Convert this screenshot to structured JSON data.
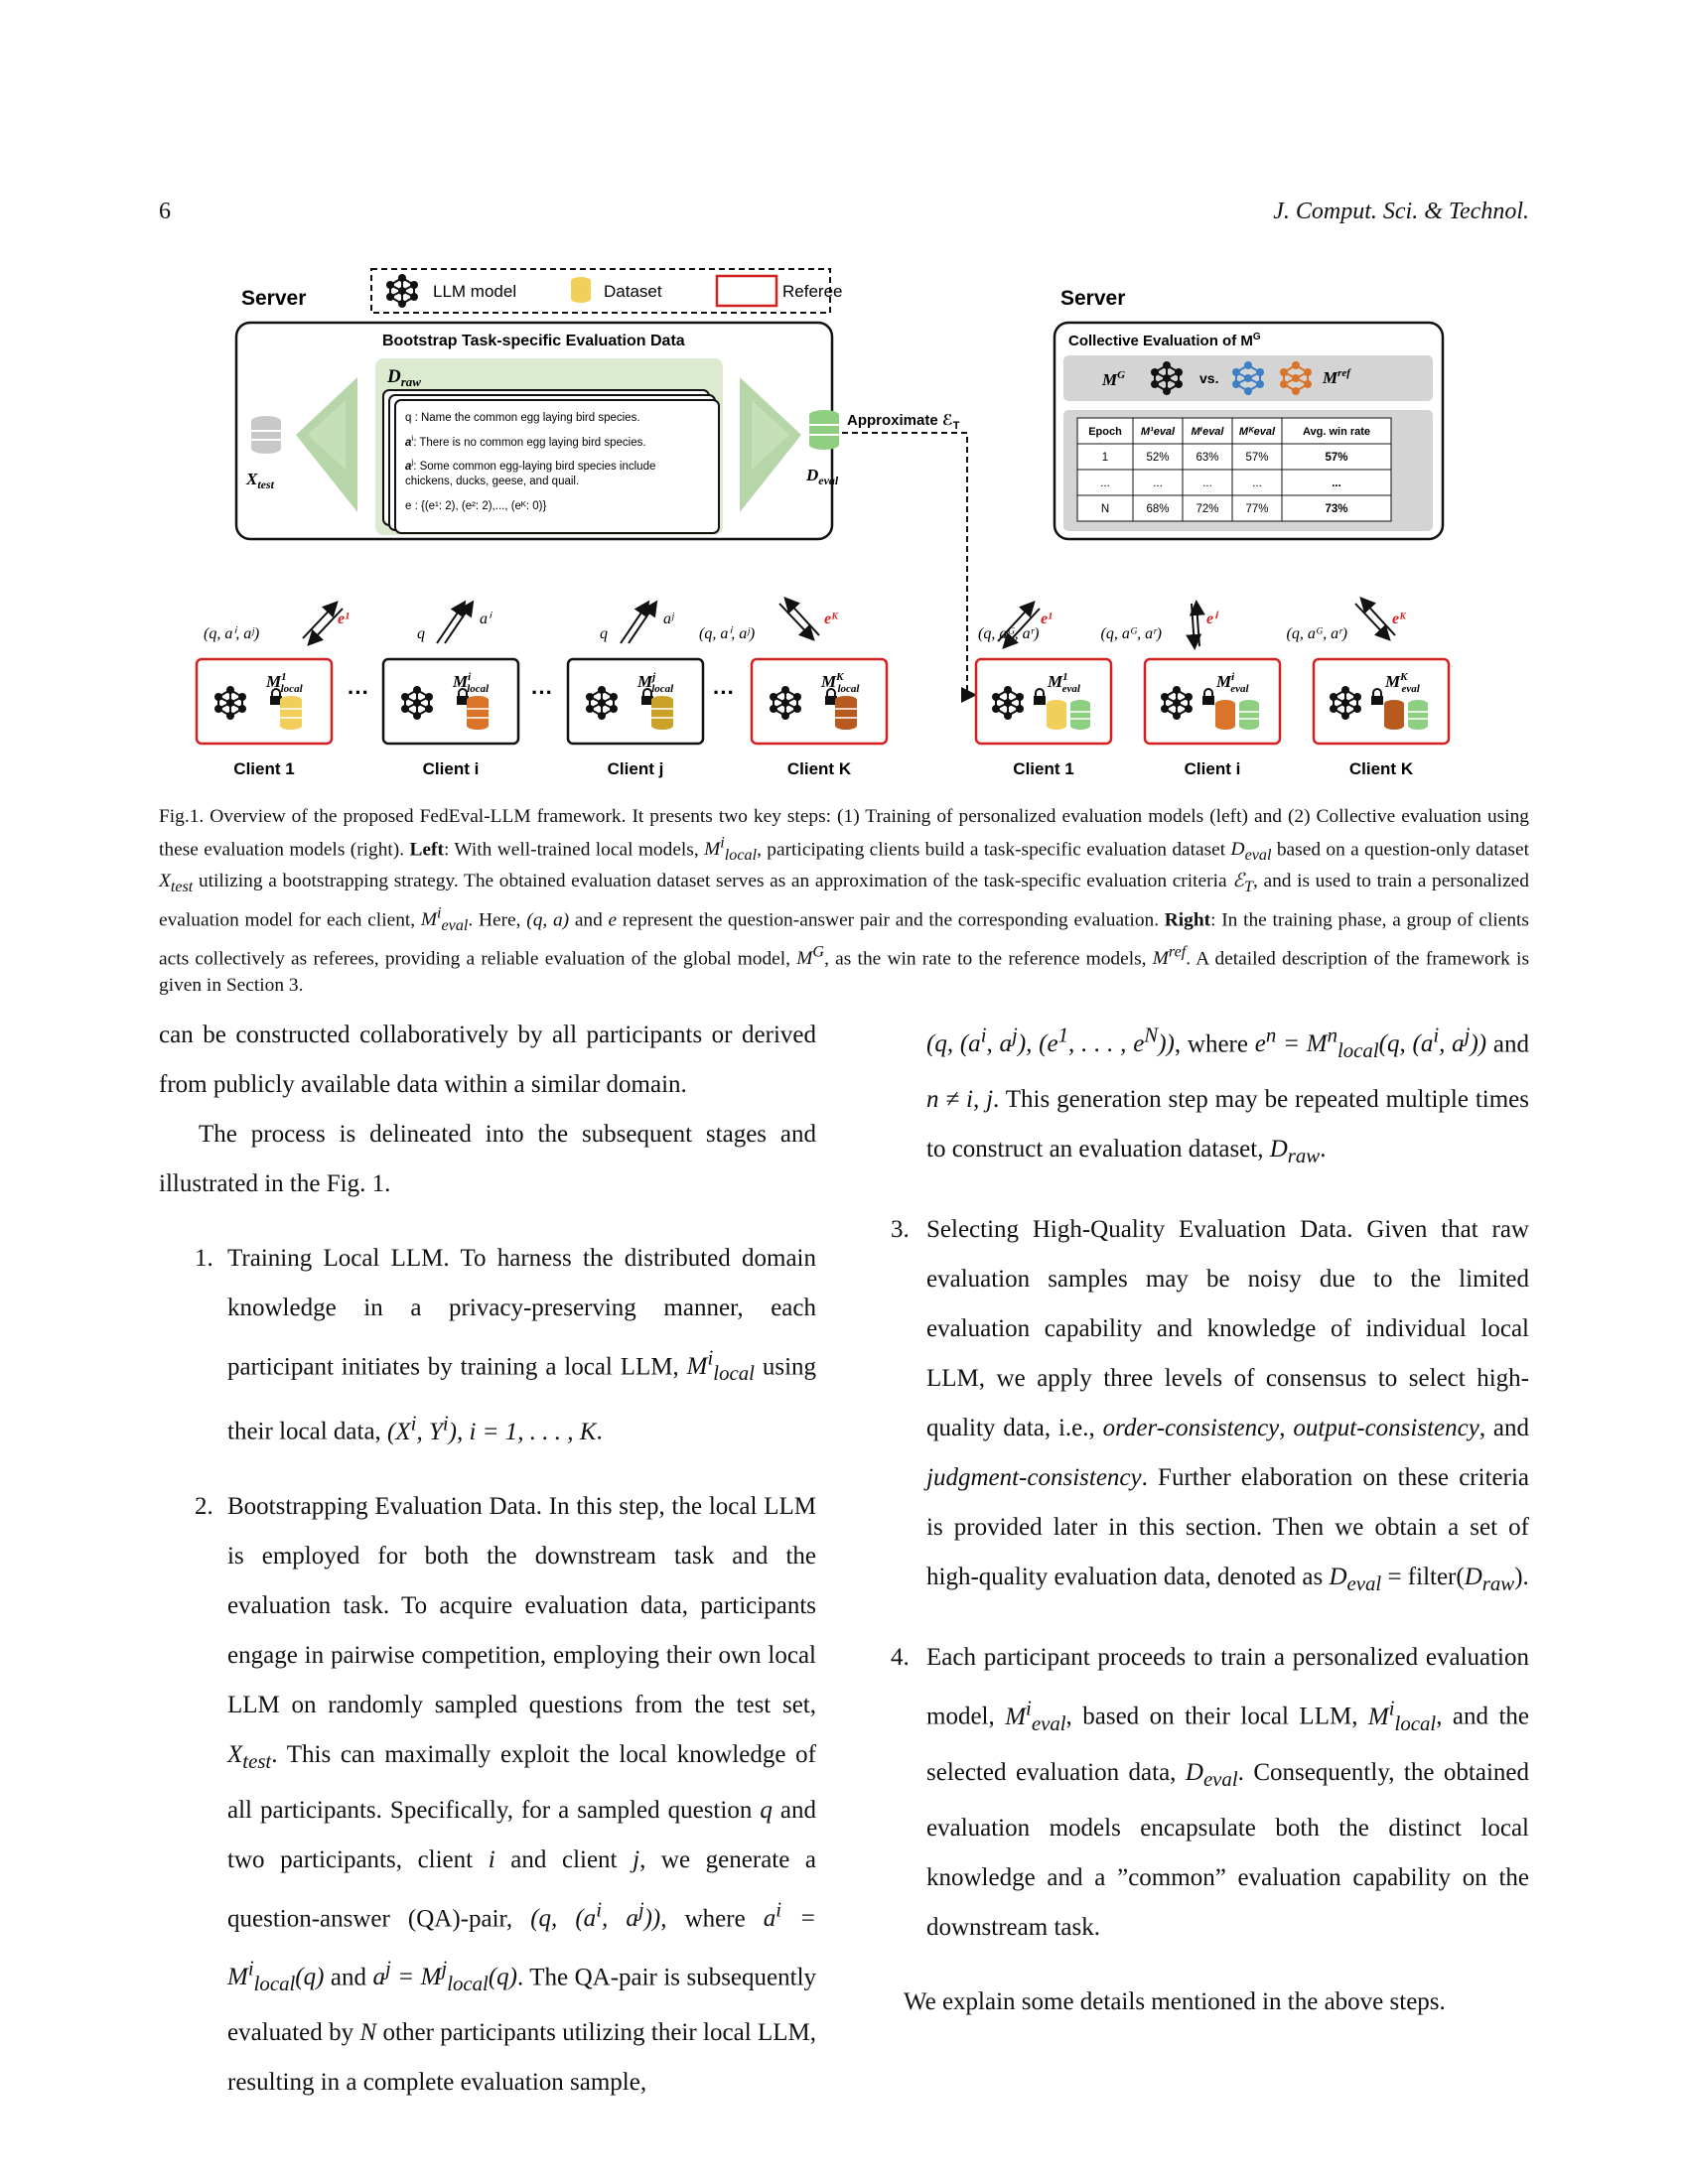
{
  "header": {
    "page_number": "6",
    "journal": "J. Comput. Sci. & Technol."
  },
  "figure": {
    "legend": {
      "llm": "LLM model",
      "dataset": "Dataset",
      "referee": "Referee"
    },
    "left_server": {
      "label": "Server",
      "box_title": "Bootstrap Task-specific Evaluation Data",
      "draw_label": "D",
      "draw_sub": "raw",
      "xtest": "X",
      "xtest_sub": "test",
      "deval": "D",
      "deval_sub": "eval",
      "card": {
        "q": "q : Name the common egg laying bird species.",
        "ai": ": There is no common egg laying bird species.",
        "aj1": ": Some common egg-laying bird species include",
        "aj2": "chickens, ducks, geese, and quail.",
        "e": "e : {(e¹: 2), (e²: 2),..., (eᴷ: 0)}"
      }
    },
    "approximate": "Approximate ℰ",
    "approximate_sub": "T",
    "right_server": {
      "label": "Server",
      "box_title": "Collective Evaluation of M",
      "box_title_sup": "G",
      "vs": "vs.",
      "mg": "M",
      "mg_sup": "G",
      "mref": "M",
      "mref_sup": "ref",
      "table": {
        "headers": [
          "Epoch",
          "M¹eval",
          "Mⁱeval",
          "Mᴷeval",
          "Avg. win rate"
        ],
        "rows": [
          [
            "1",
            "52%",
            "63%",
            "57%",
            "57%"
          ],
          [
            "...",
            "...",
            "...",
            "...",
            "..."
          ],
          [
            "N",
            "68%",
            "72%",
            "77%",
            "73%"
          ]
        ]
      }
    },
    "left_clients": [
      {
        "name": "Client 1",
        "model_sup": "1",
        "model_sub": "local",
        "edge_label": "(q, aⁱ, aʲ)",
        "edge_e": "e¹"
      },
      {
        "name": "Client i",
        "model_sup": "i",
        "model_sub": "local",
        "edge_label": "q",
        "edge_e": "aⁱ"
      },
      {
        "name": "Client j",
        "model_sup": "j",
        "model_sub": "local",
        "edge_label": "q",
        "edge_e": "aʲ"
      },
      {
        "name": "Client K",
        "model_sup": "K",
        "model_sub": "local",
        "edge_label": "(q, aⁱ, aʲ)",
        "edge_e": "eᴷ"
      }
    ],
    "right_clients": [
      {
        "name": "Client 1",
        "model_sup": "1",
        "model_sub": "eval",
        "edge_label": "(q, aᴳ, aʳ)",
        "edge_e": "e¹"
      },
      {
        "name": "Client i",
        "model_sup": "i",
        "model_sub": "eval",
        "edge_label": "(q, aᴳ, aʳ)",
        "edge_e": "eⁱ"
      },
      {
        "name": "Client K",
        "model_sup": "K",
        "model_sub": "eval",
        "edge_label": "(q, aᴳ, aʳ)",
        "edge_e": "eᴷ"
      }
    ],
    "model_letter": "M",
    "dots": "···"
  },
  "caption": {
    "c1": "Fig.1. Overview of the proposed FedEval-LLM framework. It presents two key steps: (1) Training of personalized evaluation models (left) and (2) Collective evaluation using these evaluation models (right).",
    "left": "Left",
    "c2": ": With well-trained local models,",
    "c3": ", participating clients build a task-specific evaluation dataset",
    "c4": "based on a question-only dataset",
    "c5": "utilizing a bootstrapping strategy. The obtained evaluation dataset serves as an approximation of the task-specific evaluation criteria",
    "c6": ", and is used to train a personalized evaluation model for each client,",
    "c7": ". Here,",
    "c8": "and",
    "c9": "represent the question-answer pair and the corresponding evaluation.",
    "right": "Right",
    "c10": ": In the training phase, a group of clients acts collectively as referees, providing a reliable evaluation of the global model,",
    "c11": ", as the win rate to the reference models,",
    "c12": ". A detailed description of the framework is given in Section 3."
  },
  "body": {
    "p1": "can be constructed collaboratively by all participants or derived from publicly available data within a similar domain.",
    "p2": "The process is delineated into the subsequent stages and illustrated in the Fig. 1.",
    "s1_num": "1.",
    "s1a": "Training Local LLM. To harness the distributed domain knowledge in a privacy-preserving manner, each participant initiates by training a local LLM,",
    "s1b": "using their local data,",
    "s1c": ".",
    "s2_num": "2.",
    "s2a": "Bootstrapping Evaluation Data. In this step, the local LLM is employed for both the downstream task and the evaluation task. To acquire evaluation data, participants engage in pairwise competition, employing their own local LLM on randomly sampled questions from the test set,",
    "s2b": ". This can maximally exploit the local knowledge of all participants. Specifically, for a sampled question",
    "s2c": "and two participants, client",
    "s2d": "and client",
    "s2e": ", we generate a question-answer (QA)-pair,",
    "s2f": ", where",
    "s2g": "and",
    "s2h": ". The QA-pair is subsequently evaluated by",
    "s2i": "other participants utilizing their local LLM, resulting in a complete evaluation sample,",
    "s2j": ", where",
    "s2k": "and",
    "s2l": ". This generation step may be repeated multiple times to construct an evaluation dataset,",
    "s2m": ".",
    "s3_num": "3.",
    "s3a": "Selecting High-Quality Evaluation Data. Given that raw evaluation samples may be noisy due to the limited evaluation capability and knowledge of individual local LLM, we apply three levels of consensus to select high-quality data, i.e.,",
    "s3_oc": "order-consistency",
    "s3_out": "output-consistency",
    "s3_and": ", and",
    "s3_jc": "judgment-consistency",
    "s3b": ". Further elaboration on these criteria is provided later in this section. Then we obtain a set of high-quality evaluation data, denoted as",
    "s4_num": "4.",
    "s4a": "Each participant proceeds to train a personalized evaluation model,",
    "s4b": ", based on their local LLM,",
    "s4c": ", and the selected evaluation data,",
    "s4d": ". Consequently, the obtained evaluation models encapsulate both the distinct local knowledge and a ”common” evaluation capability on the downstream task.",
    "p_last": "We explain some details mentioned in the above steps."
  },
  "colors": {
    "red": "#d42020",
    "green_panel": "#dcebd0",
    "grey_panel": "#d4d4d4",
    "yellow_db": "#f1cf5a",
    "orange_db": "#d9742a",
    "green_db": "#8fcf82",
    "blue_net": "#3d7fc4",
    "orange_net": "#d9742a"
  }
}
